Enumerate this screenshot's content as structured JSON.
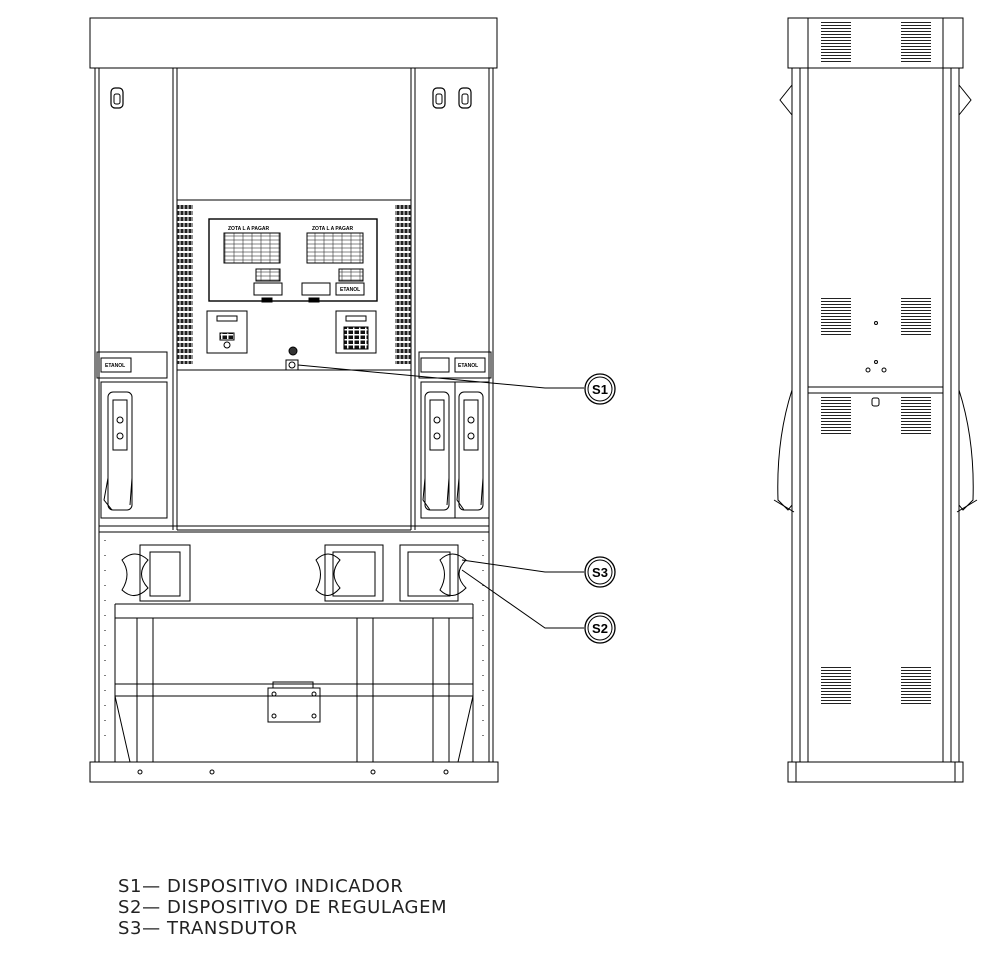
{
  "front_view": {
    "display_panel": {
      "title_left": "ZOTA L A PAGAR",
      "title_right": "ZOTA L A PAGAR",
      "badge": "ETANOL"
    },
    "side_badges": {
      "left": "ETANOL",
      "right": "ETANOL"
    }
  },
  "callouts": [
    {
      "id": "S1"
    },
    {
      "id": "S3"
    },
    {
      "id": "S2"
    }
  ],
  "legend": [
    {
      "text": "S1— DISPOSITIVO INDICADOR"
    },
    {
      "text": "S2— DISPOSITIVO DE REGULAGEM"
    },
    {
      "text": "S3— TRANSDUTOR"
    }
  ]
}
